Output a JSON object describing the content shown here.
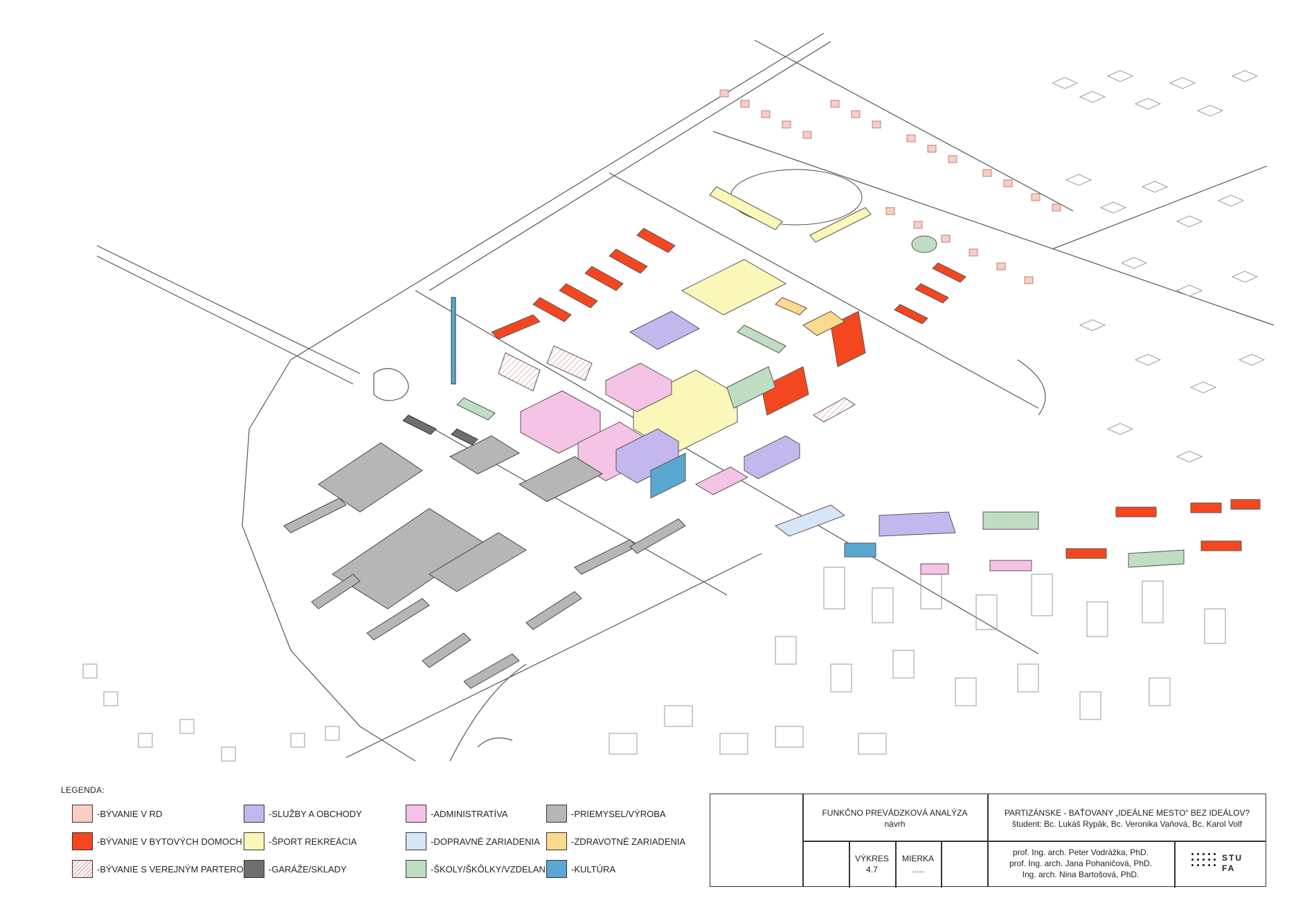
{
  "legend": {
    "title": "LEGENDA:",
    "items": [
      {
        "label": "-BÝVANIE V RD",
        "color": "#f8cfc2",
        "pattern": "solid"
      },
      {
        "label": "-BÝVANIE V BYTOVÝCH DOMOCH",
        "color": "#f4471f",
        "pattern": "solid"
      },
      {
        "label": "-BÝVANIE S VEREJNÝM PARTEROM",
        "color": "#ffffff",
        "pattern": "hatch"
      },
      {
        "label": "-SLUŽBY A OBCHODY",
        "color": "#c4b7ee",
        "pattern": "solid"
      },
      {
        "label": "-ŠPORT REKREÁCIA",
        "color": "#fbf7b8",
        "pattern": "solid"
      },
      {
        "label": "-GARÁŽE/SKLADY",
        "color": "#6f6f6f",
        "pattern": "solid"
      },
      {
        "label": "-ADMINISTRATÍVA",
        "color": "#f5c3e6",
        "pattern": "solid"
      },
      {
        "label": "-DOPRAVNÉ ZARIADENIA",
        "color": "#d6e6f7",
        "pattern": "solid"
      },
      {
        "label": "-ŠKOLY/ŠKÔLKY/VZDELANIE",
        "color": "#bfddc2",
        "pattern": "solid"
      },
      {
        "label": "-PRIEMYSEL/VÝROBA",
        "color": "#b6b6b6",
        "pattern": "solid"
      },
      {
        "label": "-ZDRAVOTNÉ ZARIADENIA",
        "color": "#fbd98d",
        "pattern": "solid"
      },
      {
        "label": "-KULTÚRA",
        "color": "#5aa7d2",
        "pattern": "solid"
      }
    ]
  },
  "title_block": {
    "analysis_title": "FUNKČNO PREVÁDZKOVÁ ANALÝZA",
    "analysis_subtitle": "návrh",
    "project_title": "PARTIZÁNSKE - BAŤOVANY „IDEÁLNE MESTO“ BEZ IDEÁLOV?",
    "students": "študent: Bc. Lukáš Rypák, Bc. Veronika Vaňová, Bc. Karol Volf",
    "sheet_label": "VÝKRES",
    "sheet_number": "4.7",
    "scale_label": "MIERKA",
    "scale_value": ".....",
    "tutor_1": "prof. Ing. arch. Peter Vodrážka, PhD.",
    "tutor_2": "prof. Ing. arch. Jana Pohaničová, PhD.",
    "tutor_3": "Ing. arch. Nina Bartošová, PhD.",
    "logo_text_1": "STU",
    "logo_text_2": "FA"
  }
}
